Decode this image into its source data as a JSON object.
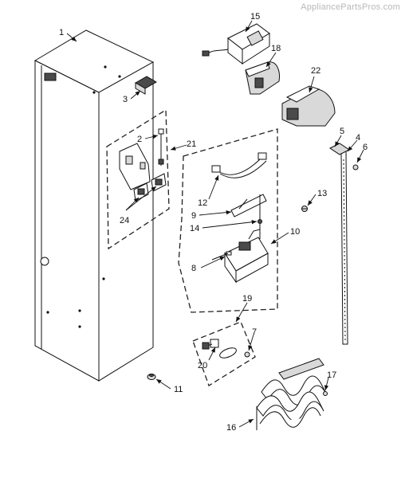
{
  "watermark": "AppliancePartsPros.com",
  "callouts": {
    "c1": "1",
    "c2": "2",
    "c3": "3",
    "c4": "4",
    "c5": "5",
    "c6": "6",
    "c7": "7",
    "c8": "8",
    "c9": "9",
    "c10": "10",
    "c11": "11",
    "c12": "12",
    "c13": "13",
    "c14": "14",
    "c15": "15",
    "c16": "16",
    "c17": "17",
    "c18": "18",
    "c19": "19",
    "c20": "20",
    "c21": "21",
    "c22": "22",
    "c24": "24"
  }
}
